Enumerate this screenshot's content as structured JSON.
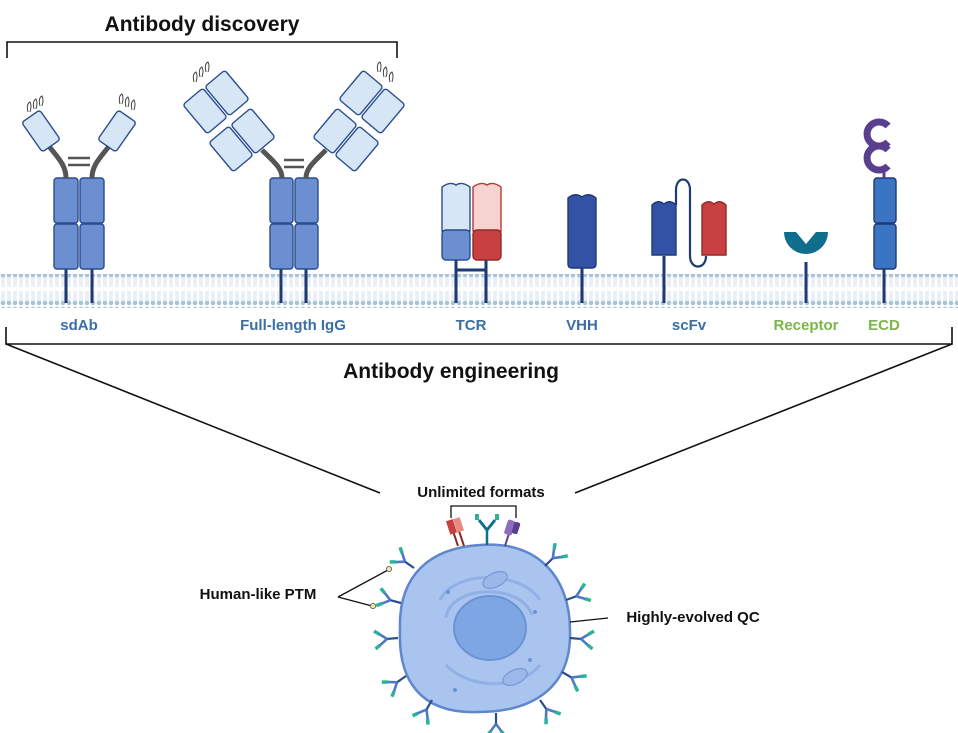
{
  "header": {
    "top_title": "Antibody discovery",
    "bottom_title": "Antibody engineering"
  },
  "formats": [
    {
      "id": "sdab",
      "label": "sdAb"
    },
    {
      "id": "igg",
      "label": "Full-length IgG"
    },
    {
      "id": "tcr",
      "label": "TCR"
    },
    {
      "id": "vhh",
      "label": "VHH"
    },
    {
      "id": "scfv",
      "label": "scFv"
    },
    {
      "id": "receptor",
      "label": "Receptor"
    },
    {
      "id": "ecd",
      "label": "ECD"
    }
  ],
  "cell": {
    "top_label": "Unlimited formats",
    "left_label": "Human-like PTM",
    "right_label": "Highly-evolved QC"
  },
  "colors": {
    "blue_label": "#3a6ea5",
    "green_label": "#7ab648",
    "membrane": "#a9c3d8",
    "heavy_chain": "#6b8fd0",
    "light_chain": "#d6e6f5",
    "tcr_red": "#c8403f",
    "tcr_pink": "#f6d3cf",
    "vhh_blue": "#3352a6",
    "receptor_teal": "#0f6e8d",
    "ecd_purple": "#5a3f8e",
    "ecd_blue": "#3a74c2",
    "cell_fill": "#a8c4ef",
    "nucleus_fill": "#7ea6e3"
  }
}
